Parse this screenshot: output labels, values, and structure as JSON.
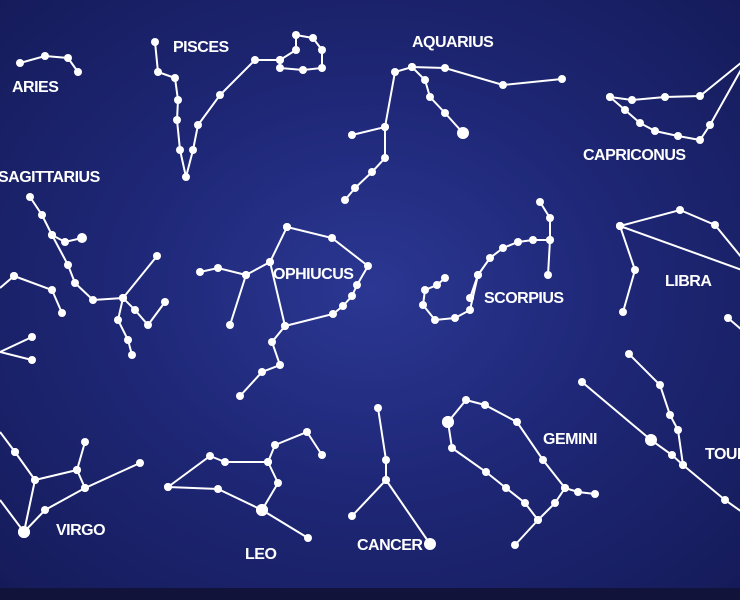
{
  "colors": {
    "star": "#ffffff",
    "sky_center": "#2b3792",
    "sky_edge": "#151b5a"
  },
  "constellations": [
    {
      "id": "aries",
      "label": "ARIES"
    },
    {
      "id": "pisces",
      "label": "PISCES"
    },
    {
      "id": "aquarius",
      "label": "AQUARIUS"
    },
    {
      "id": "capricornus",
      "label": "CAPRICONUS"
    },
    {
      "id": "sagittarius",
      "label": "SAGITTARIUS"
    },
    {
      "id": "ophiucus",
      "label": "OPHIUCUS"
    },
    {
      "id": "scorpius",
      "label": "SCORPIUS"
    },
    {
      "id": "libra",
      "label": "LIBRA"
    },
    {
      "id": "virgo",
      "label": "VIRGO"
    },
    {
      "id": "leo",
      "label": "LEO"
    },
    {
      "id": "cancer",
      "label": "CANCER"
    },
    {
      "id": "gemini",
      "label": "GEMINI"
    },
    {
      "id": "taurus",
      "label": "TOURUS"
    }
  ]
}
